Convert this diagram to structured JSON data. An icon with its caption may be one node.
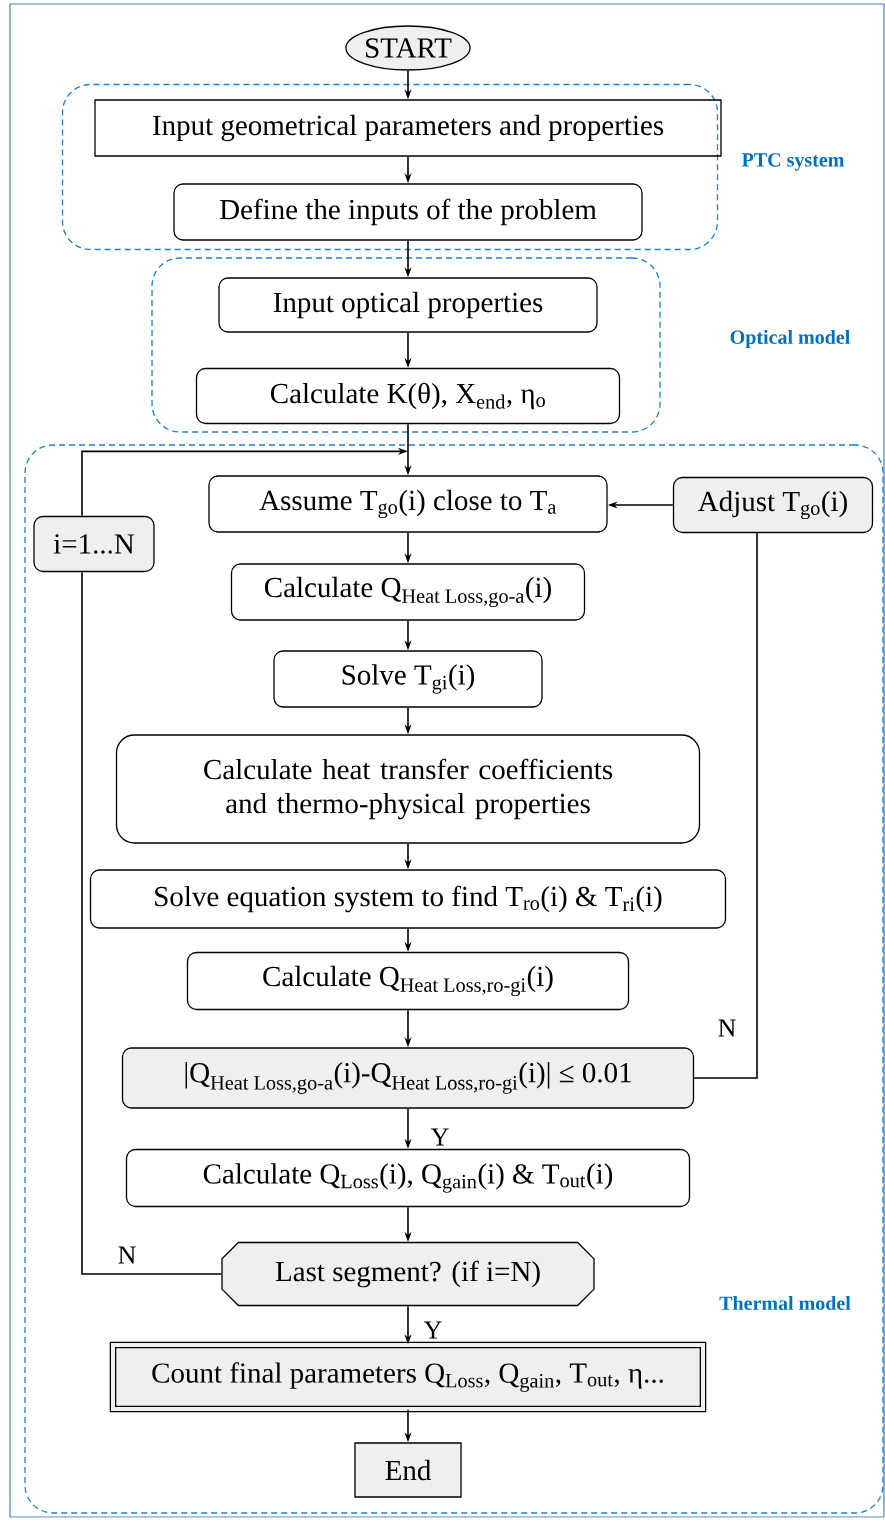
{
  "diagram": {
    "nodes": [
      {
        "text": [
          "START"
        ]
      },
      {
        "text": [
          "PTC system"
        ]
      },
      {
        "text": [
          "Input geometrical parameters and properties"
        ],
        "in": 1
      },
      {
        "text": [
          "Define the inputs of the problem"
        ],
        "in": 1
      },
      {
        "text": [
          "Optical model"
        ]
      },
      {
        "text": [
          "Input optical properties"
        ],
        "in": 4
      },
      {
        "text": [
          "Calculate K(θ), X$_{end}$, η$_{o}$"
        ],
        "in": 4
      },
      {
        "text": [
          "Thermal model"
        ]
      },
      {
        "text": [
          "i=1...N"
        ],
        "in": 7
      },
      {
        "text": [
          "Assume T$_{go}$(i) close to T$_{a}$"
        ],
        "in": 7
      },
      {
        "text": [
          "Adjust T$_{go}$(i)"
        ],
        "in": 7
      },
      {
        "text": [
          "\\text{Calculate Q}_{\\text{Heat Loss,go-a}}\\text{(i)}"
        ],
        "in": 7
      },
      {
        "text": [
          "Solve T$_{gi}$(i)"
        ],
        "in": 7
      },
      {
        "text": [
          "Calculate heat transfer coefficients and thermo-physical properties"
        ],
        "in": 7
      },
      {
        "text": [
          "Solve equation system to find T$_{ro}$(i) & T$_{ri}$(i)"
        ],
        "in": 7
      },
      {
        "text": [
          "\\text{Calculate Q}_{\\text{Heat Loss,ro-gi}}\\text{(i)}"
        ],
        "in": 7
      },
      {
        "text": [
          "\\text{|Q}_{\\text{Heat Loss,go-a}}\\text{(i)-Q}_{\\text{Heat Loss,ro-gi}}\\text{(i)| ≤ 0.01}"
        ],
        "in": 7
      },
      {
        "text": [
          "Calculate Q$_{Loss}$(i), Q$_{gain}$(i) & T$_{out}$(i)"
        ],
        "in": 7
      },
      {
        "text": [
          "Last segment? (if i=N)"
        ],
        "in": 7
      },
      {
        "text": [
          "Count final parameters Q$_{Loss}$, Q$_{gain}$, T$_{out}$, η..."
        ],
        "in": 7
      },
      {
        "text": [
          "End"
        ],
        "in": 7
      }
    ],
    "edges": [
      {
        "from": 0,
        "to": 2,
        "arrow": "to"
      },
      {
        "from": 2,
        "to": 3,
        "arrow": "to"
      },
      {
        "from": 3,
        "to": 5,
        "arrow": "to"
      },
      {
        "from": 5,
        "to": 6,
        "arrow": "to"
      },
      {
        "from": 6,
        "to": 9,
        "arrow": "to"
      },
      {
        "from": 8,
        "to": 9,
        "arrow": "to"
      },
      {
        "from": 10,
        "to": 9,
        "arrow": "to"
      },
      {
        "from": 9,
        "to": 11,
        "arrow": "to"
      },
      {
        "from": 11,
        "to": 12,
        "arrow": "to"
      },
      {
        "from": 12,
        "to": 13,
        "arrow": "to"
      },
      {
        "from": 13,
        "to": 14,
        "arrow": "to"
      },
      {
        "from": 14,
        "to": 15,
        "arrow": "to"
      },
      {
        "from": 15,
        "to": 16,
        "arrow": "to"
      },
      {
        "from": 16,
        "to": 17,
        "arrow": "to",
        "label": "Y"
      },
      {
        "from": 16,
        "to": 10,
        "arrow": "none",
        "label": "N"
      },
      {
        "from": 17,
        "to": 18,
        "arrow": "to"
      },
      {
        "from": 18,
        "to": 8,
        "arrow": "none",
        "label": "N"
      },
      {
        "from": 18,
        "to": 19,
        "arrow": "to",
        "label": "Y"
      },
      {
        "from": 19,
        "to": 20,
        "arrow": "to"
      }
    ]
  }
}
